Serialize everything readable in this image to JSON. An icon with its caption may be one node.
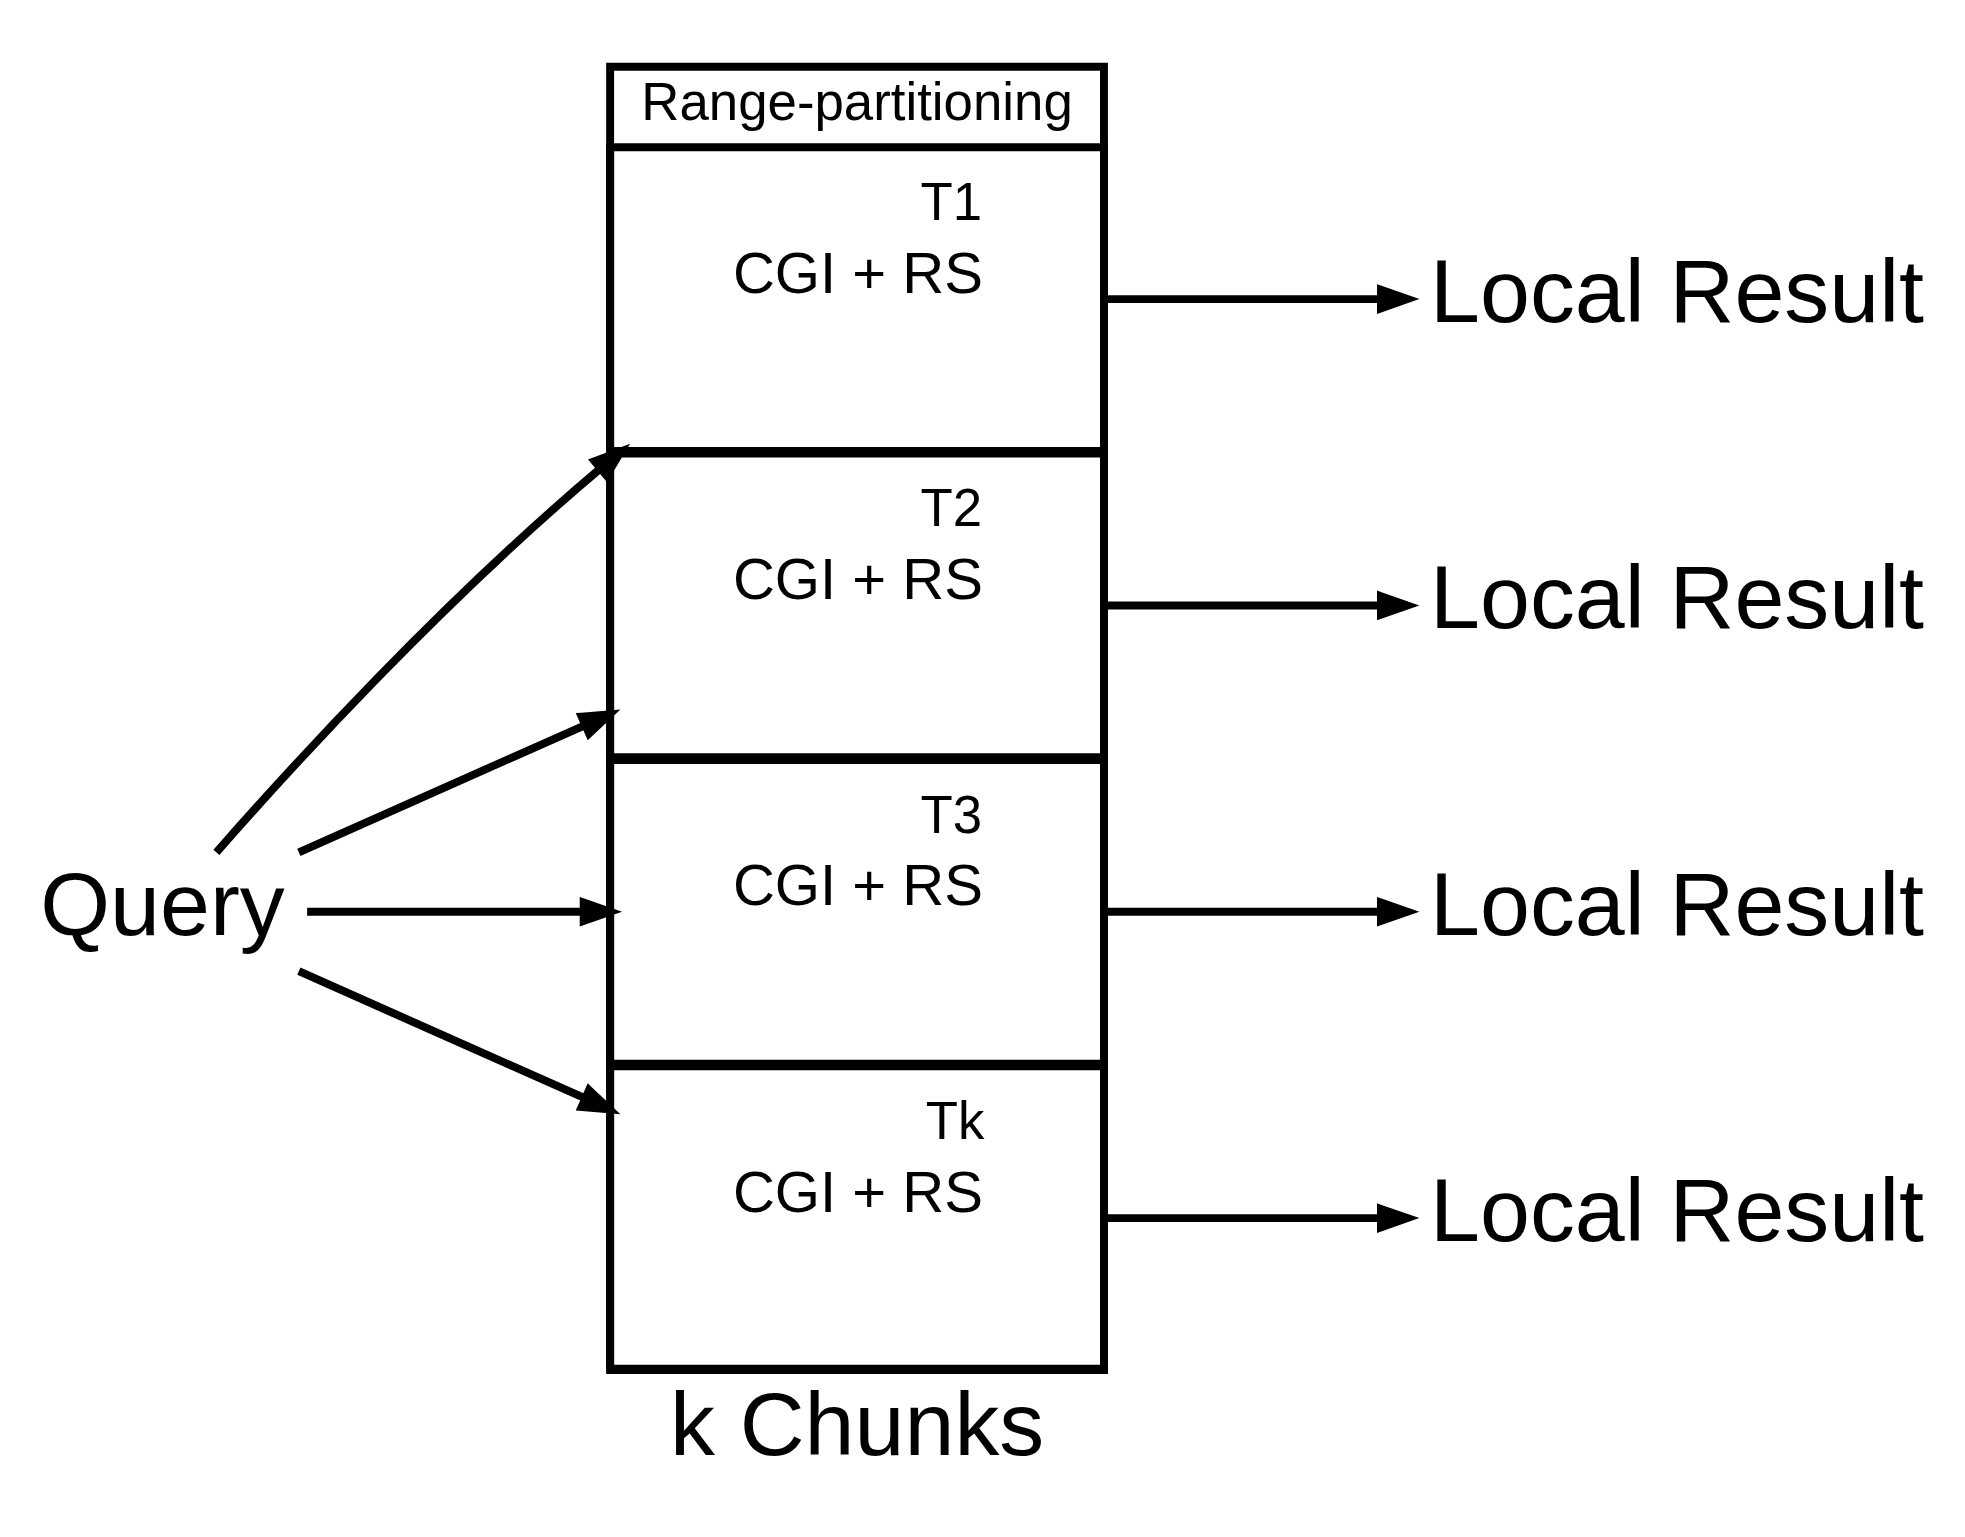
{
  "diagram": {
    "nodes": [
      {
        "text": [
          "Range-partitioning"
        ],
        "beside": [
          "k Chunks"
        ]
      },
      {
        "text": [
          "T1",
          "CGI + RS"
        ],
        "in": 0
      },
      {
        "text": [
          "T2",
          "CGI + RS"
        ],
        "in": 0
      },
      {
        "text": [
          "T3",
          "CGI + RS"
        ],
        "in": 0
      },
      {
        "text": [
          "Tk",
          "CGI + RS"
        ],
        "in": 0
      },
      {
        "text": [
          "Query"
        ]
      },
      {
        "text": [
          "Local Result"
        ]
      },
      {
        "text": [
          "Local Result"
        ]
      },
      {
        "text": [
          "Local Result"
        ]
      },
      {
        "text": [
          "Local Result"
        ]
      }
    ],
    "edges": [
      {
        "from": 5,
        "to": 1,
        "arrow": "to"
      },
      {
        "from": 5,
        "to": 2,
        "arrow": "to"
      },
      {
        "from": 5,
        "to": 3,
        "arrow": "to"
      },
      {
        "from": 5,
        "to": 4,
        "arrow": "to"
      },
      {
        "from": 1,
        "to": 6,
        "arrow": "to"
      },
      {
        "from": 2,
        "to": 7,
        "arrow": "to"
      },
      {
        "from": 3,
        "to": 8,
        "arrow": "to"
      },
      {
        "from": 4,
        "to": 9,
        "arrow": "to"
      }
    ]
  }
}
